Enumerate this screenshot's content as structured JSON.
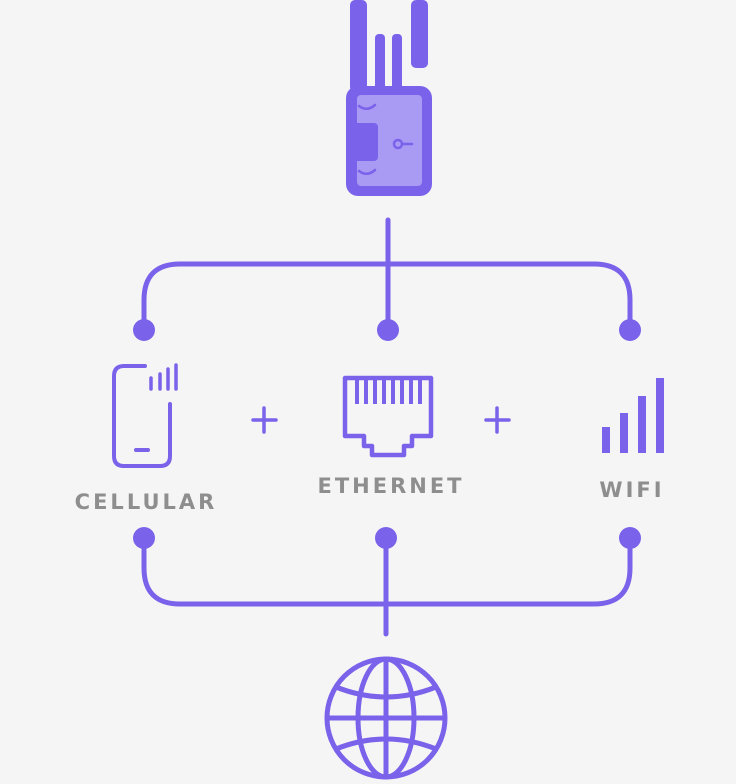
{
  "colors": {
    "accent": "#7a62ea",
    "accent_light": "#a99af3",
    "background": "#f5f5f5",
    "label": "#8e8e8e"
  },
  "nodes": [
    {
      "id": "router",
      "icon": "router-icon"
    },
    {
      "id": "cellular",
      "icon": "phone-signal-icon",
      "label": "CELLULAR"
    },
    {
      "id": "ethernet",
      "icon": "ethernet-port-icon",
      "label": "ETHERNET"
    },
    {
      "id": "wifi",
      "icon": "signal-bars-icon",
      "label": "WIFI"
    },
    {
      "id": "internet",
      "icon": "globe-icon"
    }
  ],
  "connectors": [
    "+",
    "+"
  ]
}
